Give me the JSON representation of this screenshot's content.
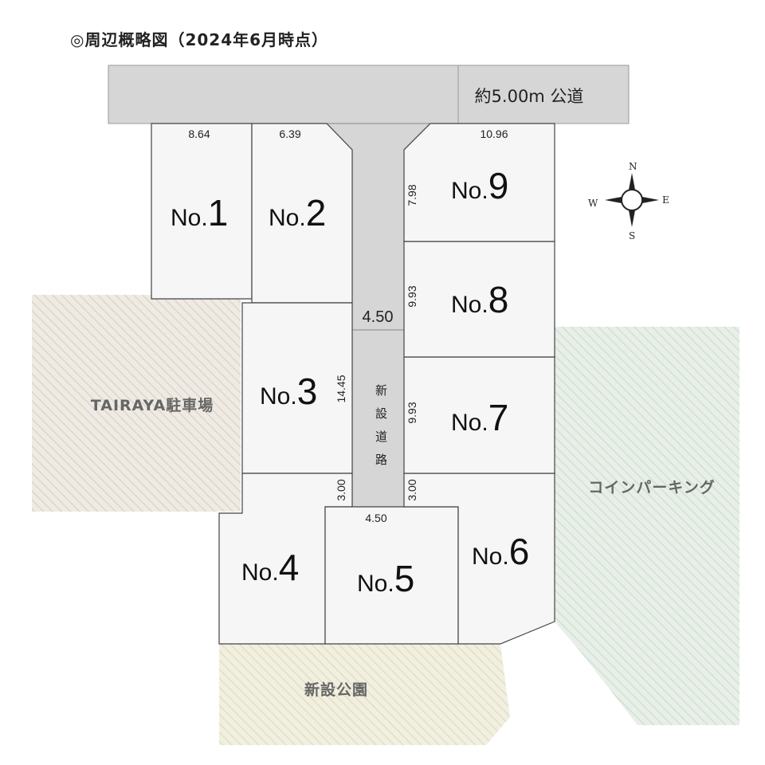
{
  "title": "◎周辺概略図（2024年6月時点）",
  "public_road": {
    "label": "約5.00m 公道"
  },
  "new_road": {
    "label": "新設道路",
    "width_top": "4.50",
    "width_bottom": "4.50"
  },
  "lots": [
    {
      "no": "1",
      "prefix": "No.",
      "frontage": "8.64"
    },
    {
      "no": "2",
      "prefix": "No.",
      "frontage": "6.39"
    },
    {
      "no": "3",
      "prefix": "No.",
      "depth": "14.45"
    },
    {
      "no": "4",
      "prefix": "No.",
      "depth": "3.00"
    },
    {
      "no": "5",
      "prefix": "No.",
      "frontage": "4.50"
    },
    {
      "no": "6",
      "prefix": "No.",
      "depth": "3.00"
    },
    {
      "no": "7",
      "prefix": "No.",
      "depth": "9.93"
    },
    {
      "no": "8",
      "prefix": "No.",
      "depth": "9.93"
    },
    {
      "no": "9",
      "prefix": "No.",
      "frontage": "10.96",
      "depth": "7.98"
    }
  ],
  "surroundings": {
    "west": "TAIRAYA駐車場",
    "east": "コインパーキング",
    "south": "新設公園"
  },
  "compass": {
    "n": "N",
    "s": "S",
    "e": "E",
    "w": "W"
  },
  "colors": {
    "road_fill": "#d6d6d6",
    "lot_fill": "#f6f6f6",
    "parking_west": "#e9e3da",
    "parking_east": "#dfe9df",
    "park": "#ecead6"
  }
}
